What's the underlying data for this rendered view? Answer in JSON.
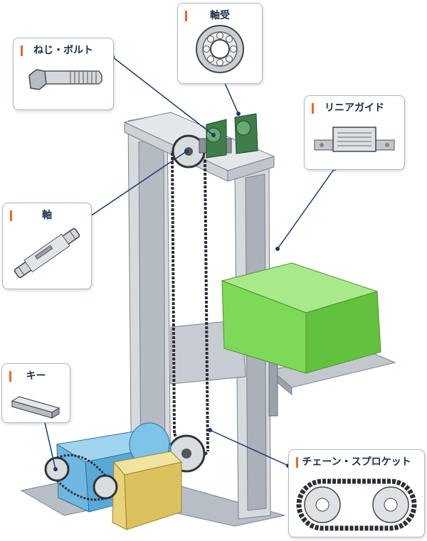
{
  "labels": {
    "bearing": "軸受",
    "screw": "ねじ・ボルト",
    "linear_guide": "リニアガイド",
    "shaft": "軸",
    "key": "キー",
    "chain": "チェーン・スプロケット"
  },
  "colors": {
    "accent": "#e8692a",
    "callout_border": "#a9b8cc",
    "leader": "#1a3a6e",
    "frame": "#c9ced4",
    "load_box": "#7ed957",
    "motor": "#6fb7e0",
    "gearbox": "#e8d27a",
    "bearing_housing": "#3f7d4a"
  },
  "icons": {
    "bearing": "ball-bearing-icon",
    "screw": "hex-bolt-icon",
    "linear_guide": "linear-guide-icon",
    "shaft": "keyed-shaft-icon",
    "key": "key-block-icon",
    "chain": "chain-sprocket-icon"
  }
}
